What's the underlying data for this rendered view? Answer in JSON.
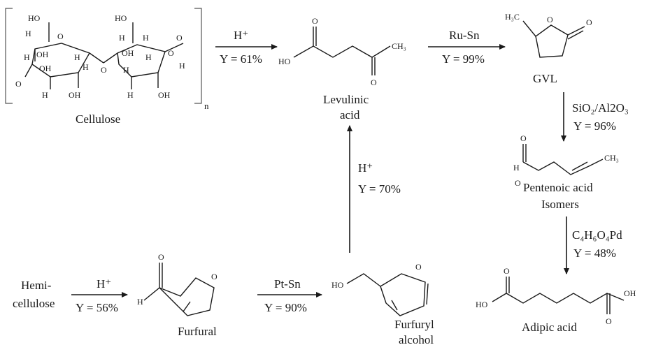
{
  "compounds": {
    "cellulose": {
      "name": "Cellulose",
      "repeat": "n"
    },
    "levulinic": {
      "name_line1": "Levulinic",
      "name_line2": "acid"
    },
    "gvl": {
      "name": "GVL"
    },
    "pentenoic": {
      "name_line1": "Pentenoic acid",
      "name_line2": "Isomers"
    },
    "adipic": {
      "name": "Adipic acid"
    },
    "hemicellulose": {
      "name_line1": "Hemi-",
      "name_line2": "cellulose"
    },
    "furfural": {
      "name": "Furfural"
    },
    "furfuryl": {
      "name_line1": "Furfuryl",
      "name_line2": "alcohol"
    }
  },
  "reactions": {
    "cellulose_to_levulinic": {
      "catalyst": "H⁺",
      "yield": "Y = 61%"
    },
    "levulinic_to_gvl": {
      "catalyst": "Ru-Sn",
      "yield": "Y = 99%"
    },
    "gvl_to_pentenoic": {
      "catalyst": "SiO₂/Al2O₃",
      "yield": "Y = 96%"
    },
    "pentenoic_to_adipic": {
      "catalyst": "C₄H₆O₄Pd",
      "yield": "Y = 48%"
    },
    "hemicellulose_to_furfural": {
      "catalyst": "H⁺",
      "yield": "Y = 56%"
    },
    "furfural_to_furfuryl": {
      "catalyst": "Pt-Sn",
      "yield": "Y = 90%"
    },
    "furfuryl_to_levulinic": {
      "catalyst": "H⁺",
      "yield": "Y = 70%"
    }
  },
  "atoms": {
    "HO": "HO",
    "OH": "OH",
    "H": "H",
    "O": "O",
    "CH3": "CH₃",
    "H3C": "H₃C"
  }
}
